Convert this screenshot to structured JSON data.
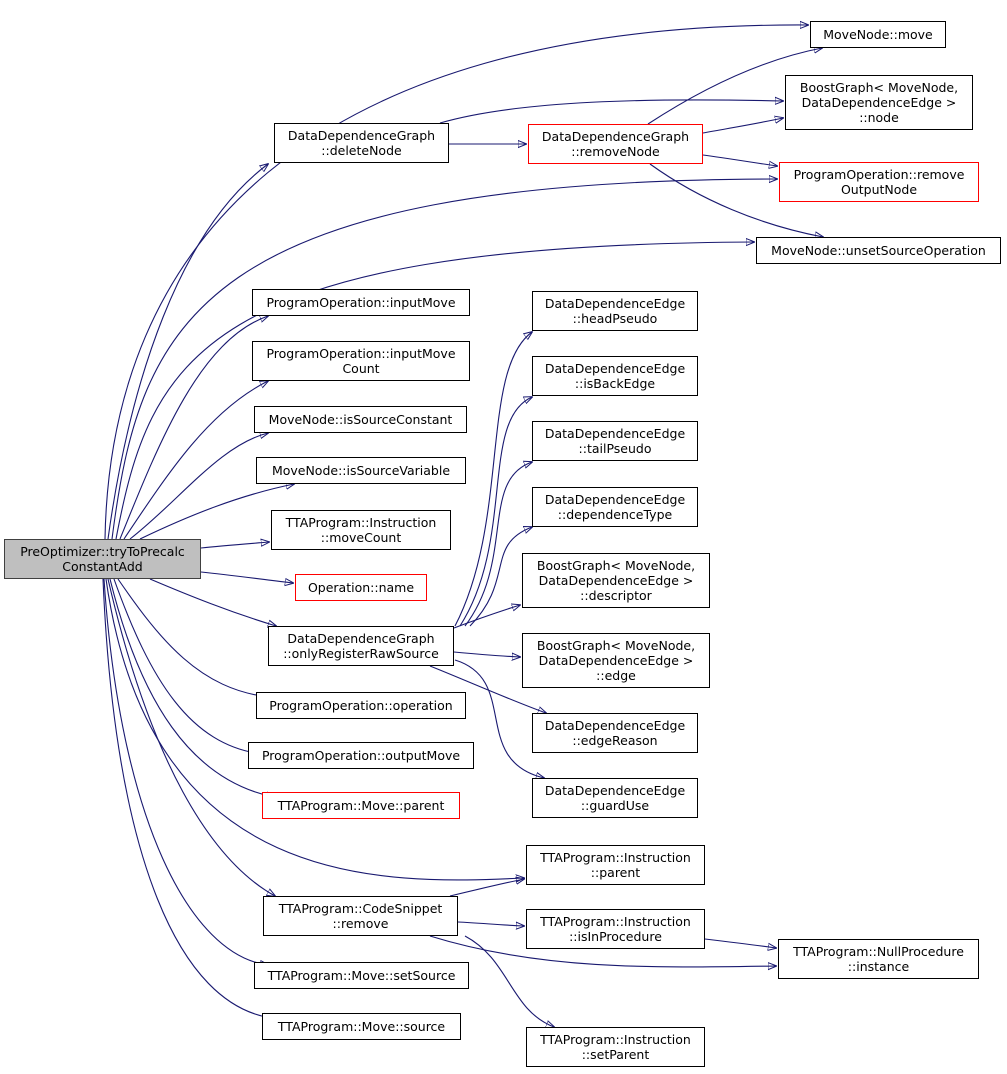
{
  "colors": {
    "edge": "#191970",
    "border": "#000000",
    "red_border": "#ff0000",
    "root_fill": "#bfbfbf"
  },
  "nodes": {
    "root": {
      "lines": [
        "PreOptimizer::tryToPrecalc",
        "ConstantAdd"
      ]
    },
    "move": {
      "lines": [
        "MoveNode::move"
      ]
    },
    "bgnode": {
      "lines": [
        "BoostGraph< MoveNode,",
        "DataDependenceEdge >",
        "::node"
      ]
    },
    "delnode": {
      "lines": [
        "DataDependenceGraph",
        "::deleteNode"
      ]
    },
    "remnode": {
      "lines": [
        "DataDependenceGraph",
        "::removeNode"
      ]
    },
    "remout": {
      "lines": [
        "ProgramOperation::remove",
        "OutputNode"
      ]
    },
    "unset": {
      "lines": [
        "MoveNode::unsetSourceOperation"
      ]
    },
    "inmove": {
      "lines": [
        "ProgramOperation::inputMove"
      ]
    },
    "inmovec": {
      "lines": [
        "ProgramOperation::inputMove",
        "Count"
      ]
    },
    "srcconst": {
      "lines": [
        "MoveNode::isSourceConstant"
      ]
    },
    "srcvar": {
      "lines": [
        "MoveNode::isSourceVariable"
      ]
    },
    "movecount": {
      "lines": [
        "TTAProgram::Instruction",
        "::moveCount"
      ]
    },
    "opname": {
      "lines": [
        "Operation::name"
      ]
    },
    "onlyreg": {
      "lines": [
        "DataDependenceGraph",
        "::onlyRegisterRawSource"
      ]
    },
    "oper": {
      "lines": [
        "ProgramOperation::operation"
      ]
    },
    "outmove": {
      "lines": [
        "ProgramOperation::outputMove"
      ]
    },
    "mvparent": {
      "lines": [
        "TTAProgram::Move::parent"
      ]
    },
    "headp": {
      "lines": [
        "DataDependenceEdge",
        "::headPseudo"
      ]
    },
    "isback": {
      "lines": [
        "DataDependenceEdge",
        "::isBackEdge"
      ]
    },
    "tailp": {
      "lines": [
        "DataDependenceEdge",
        "::tailPseudo"
      ]
    },
    "deptype": {
      "lines": [
        "DataDependenceEdge",
        "::dependenceType"
      ]
    },
    "desc": {
      "lines": [
        "BoostGraph< MoveNode,",
        "DataDependenceEdge >",
        "::descriptor"
      ]
    },
    "edge": {
      "lines": [
        "BoostGraph< MoveNode,",
        "DataDependenceEdge >",
        "::edge"
      ]
    },
    "edgereason": {
      "lines": [
        "DataDependenceEdge",
        "::edgeReason"
      ]
    },
    "guarduse": {
      "lines": [
        "DataDependenceEdge",
        "::guardUse"
      ]
    },
    "instparent": {
      "lines": [
        "TTAProgram::Instruction",
        "::parent"
      ]
    },
    "csremove": {
      "lines": [
        "TTAProgram::CodeSnippet",
        "::remove"
      ]
    },
    "isinproc": {
      "lines": [
        "TTAProgram::Instruction",
        "::isInProcedure"
      ]
    },
    "nullproc": {
      "lines": [
        "TTAProgram::NullProcedure",
        "::instance"
      ]
    },
    "setsrc": {
      "lines": [
        "TTAProgram::Move::setSource"
      ]
    },
    "source": {
      "lines": [
        "TTAProgram::Move::source"
      ]
    },
    "setparent": {
      "lines": [
        "TTAProgram::Instruction",
        "::setParent"
      ]
    }
  }
}
